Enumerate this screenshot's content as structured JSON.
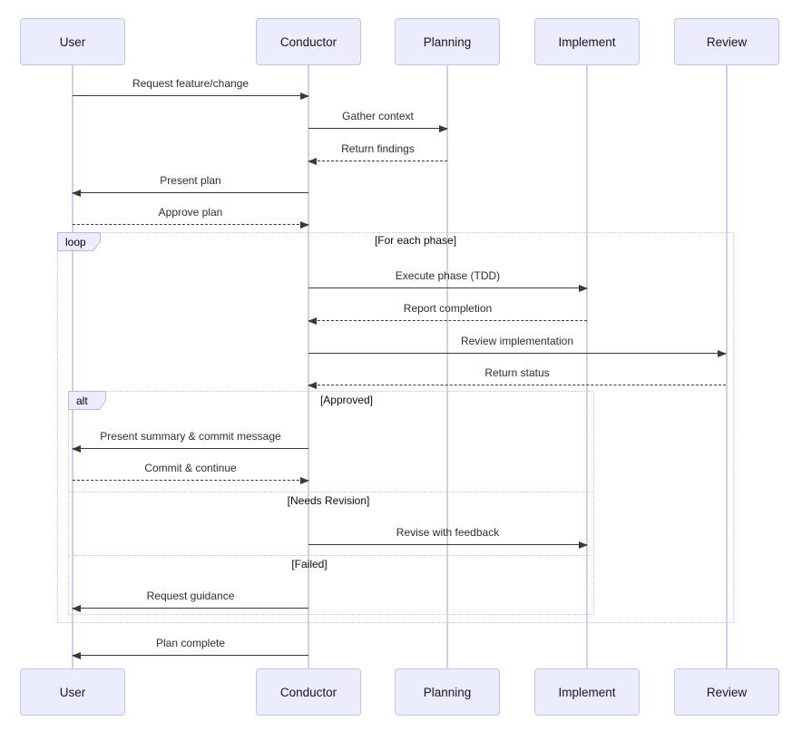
{
  "diagram": {
    "type": "sequence-diagram",
    "actors": [
      {
        "name": "User"
      },
      {
        "name": "Conductor"
      },
      {
        "name": "Planning"
      },
      {
        "name": "Implement"
      },
      {
        "name": "Review"
      }
    ],
    "messages": [
      {
        "from": "User",
        "to": "Conductor",
        "label": "Request feature/change",
        "line": "solid"
      },
      {
        "from": "Conductor",
        "to": "Planning",
        "label": "Gather context",
        "line": "solid"
      },
      {
        "from": "Planning",
        "to": "Conductor",
        "label": "Return findings",
        "line": "dashed"
      },
      {
        "from": "Conductor",
        "to": "User",
        "label": "Present plan",
        "line": "solid"
      },
      {
        "from": "User",
        "to": "Conductor",
        "label": "Approve plan",
        "line": "dashed"
      },
      {
        "from": "Conductor",
        "to": "Implement",
        "label": "Execute phase (TDD)",
        "line": "solid"
      },
      {
        "from": "Implement",
        "to": "Conductor",
        "label": "Report completion",
        "line": "dashed"
      },
      {
        "from": "Conductor",
        "to": "Review",
        "label": "Review implementation",
        "line": "solid"
      },
      {
        "from": "Review",
        "to": "Conductor",
        "label": "Return status",
        "line": "dashed"
      },
      {
        "from": "Conductor",
        "to": "User",
        "label": "Present summary & commit message",
        "line": "solid"
      },
      {
        "from": "User",
        "to": "Conductor",
        "label": "Commit & continue",
        "line": "dashed"
      },
      {
        "from": "Conductor",
        "to": "Implement",
        "label": "Revise with feedback",
        "line": "solid"
      },
      {
        "from": "Conductor",
        "to": "User",
        "label": "Request guidance",
        "line": "solid"
      },
      {
        "from": "Conductor",
        "to": "User",
        "label": "Plan complete",
        "line": "solid"
      }
    ],
    "frames": {
      "loop": {
        "tab": "loop",
        "condition": "[For each phase]"
      },
      "alt": {
        "tab": "alt",
        "sections": [
          {
            "label": "[Approved]"
          },
          {
            "label": "[Needs Revision]"
          },
          {
            "label": "[Failed]"
          }
        ]
      }
    },
    "colors": {
      "background": "#ffffff",
      "actor_fill": "#ECECFF",
      "actor_border": "#c3c3e6",
      "lifeline": "#cfcff2",
      "message_line": "#3a3a3a",
      "frame_border": "#c6c6ea"
    }
  }
}
